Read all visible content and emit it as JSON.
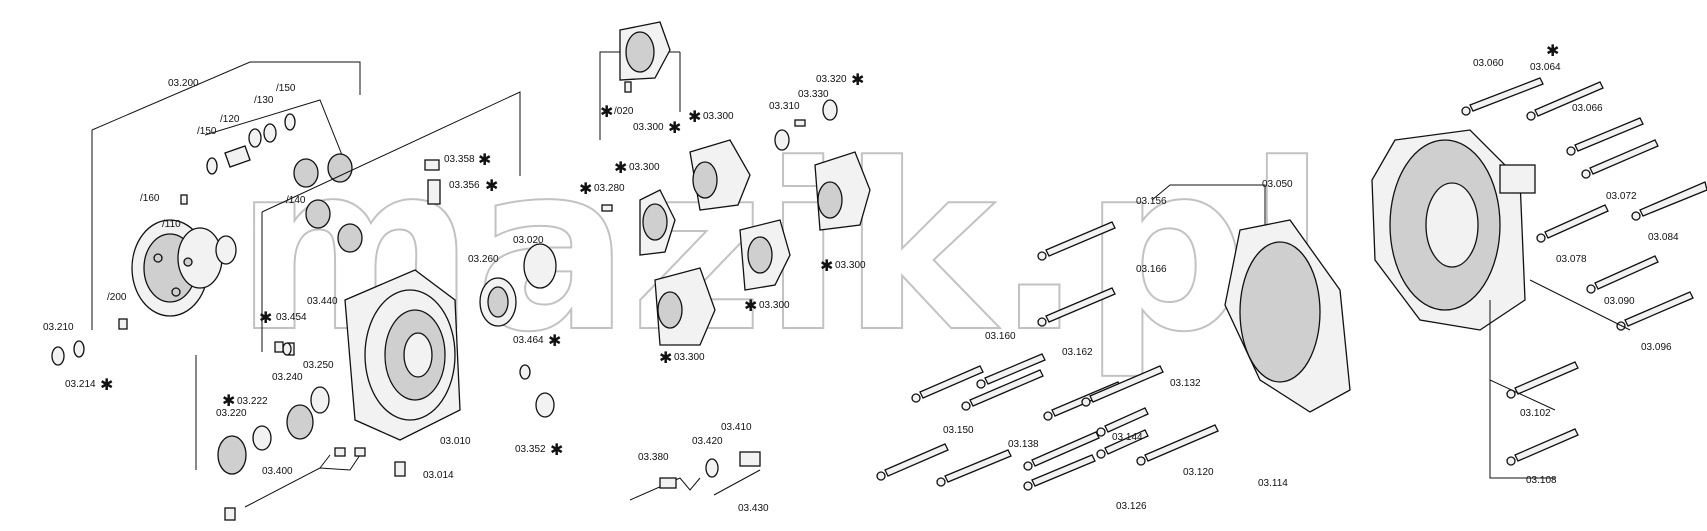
{
  "watermark": "mazik.pl",
  "labels": [
    {
      "id": "03.200",
      "text": "03.200"
    },
    {
      "id": "150a",
      "text": "/150"
    },
    {
      "id": "130",
      "text": "/130"
    },
    {
      "id": "120",
      "text": "/120"
    },
    {
      "id": "150b",
      "text": "/150"
    },
    {
      "id": "140",
      "text": "/140"
    },
    {
      "id": "160",
      "text": "/160"
    },
    {
      "id": "110",
      "text": "/110"
    },
    {
      "id": "200",
      "text": "/200"
    },
    {
      "id": "03.210",
      "text": "03.210"
    },
    {
      "id": "03.214",
      "text": "03.214"
    },
    {
      "id": "03.358",
      "text": "03.358"
    },
    {
      "id": "03.356",
      "text": "03.356"
    },
    {
      "id": "03.454",
      "text": "03.454"
    },
    {
      "id": "03.440",
      "text": "03.440"
    },
    {
      "id": "03.260",
      "text": "03.260"
    },
    {
      "id": "03.020",
      "text": "03.020"
    },
    {
      "id": "03.250",
      "text": "03.250"
    },
    {
      "id": "03.222",
      "text": "03.222"
    },
    {
      "id": "03.240",
      "text": "03.240"
    },
    {
      "id": "03.220",
      "text": "03.220"
    },
    {
      "id": "03.400",
      "text": "03.400"
    },
    {
      "id": "03.014",
      "text": "03.014"
    },
    {
      "id": "03.010",
      "text": "03.010"
    },
    {
      "id": "03.464",
      "text": "03.464"
    },
    {
      "id": "03.352",
      "text": "03.352"
    },
    {
      "id": "020",
      "text": "/020"
    },
    {
      "id": "03.300a",
      "text": "03.300"
    },
    {
      "id": "03.300b",
      "text": "03.300"
    },
    {
      "id": "03.300c",
      "text": "03.300"
    },
    {
      "id": "03.280",
      "text": "03.280"
    },
    {
      "id": "03.310",
      "text": "03.310"
    },
    {
      "id": "03.330",
      "text": "03.330"
    },
    {
      "id": "03.320",
      "text": "03.320"
    },
    {
      "id": "03.300d",
      "text": "03.300"
    },
    {
      "id": "03.300e",
      "text": "03.300"
    },
    {
      "id": "03.300f",
      "text": "03.300"
    },
    {
      "id": "03.380",
      "text": "03.380"
    },
    {
      "id": "03.420",
      "text": "03.420"
    },
    {
      "id": "03.410",
      "text": "03.410"
    },
    {
      "id": "03.430",
      "text": "03.430"
    },
    {
      "id": "03.156",
      "text": "03.156"
    },
    {
      "id": "03.166",
      "text": "03.166"
    },
    {
      "id": "03.050",
      "text": "03.050"
    },
    {
      "id": "03.160",
      "text": "03.160"
    },
    {
      "id": "03.162",
      "text": "03.162"
    },
    {
      "id": "03.132",
      "text": "03.132"
    },
    {
      "id": "03.144",
      "text": "03.144"
    },
    {
      "id": "03.150",
      "text": "03.150"
    },
    {
      "id": "03.138",
      "text": "03.138"
    },
    {
      "id": "03.126",
      "text": "03.126"
    },
    {
      "id": "03.120",
      "text": "03.120"
    },
    {
      "id": "03.114",
      "text": "03.114"
    },
    {
      "id": "03.060",
      "text": "03.060"
    },
    {
      "id": "03.064",
      "text": "03.064"
    },
    {
      "id": "03.066",
      "text": "03.066"
    },
    {
      "id": "03.072",
      "text": "03.072"
    },
    {
      "id": "03.078",
      "text": "03.078"
    },
    {
      "id": "03.084",
      "text": "03.084"
    },
    {
      "id": "03.090",
      "text": "03.090"
    },
    {
      "id": "03.096",
      "text": "03.096"
    },
    {
      "id": "03.102",
      "text": "03.102"
    },
    {
      "id": "03.108",
      "text": "03.108"
    }
  ],
  "asterisks": [
    {
      "id": "s03.214",
      "text": "✱"
    },
    {
      "id": "s03.358",
      "text": "✱"
    },
    {
      "id": "s03.356",
      "text": "✱"
    },
    {
      "id": "s03.454",
      "text": "✱"
    },
    {
      "id": "s03.222",
      "text": "✱"
    },
    {
      "id": "s03.464",
      "text": "✱"
    },
    {
      "id": "s03.352",
      "text": "✱"
    },
    {
      "id": "s020",
      "text": "✱"
    },
    {
      "id": "s03.300a",
      "text": "✱"
    },
    {
      "id": "s03.300b",
      "text": "✱"
    },
    {
      "id": "s03.300c",
      "text": "✱"
    },
    {
      "id": "s03.280",
      "text": "✱"
    },
    {
      "id": "s03.320",
      "text": "✱"
    },
    {
      "id": "s03.300d",
      "text": "✱"
    },
    {
      "id": "s03.300e",
      "text": "✱"
    },
    {
      "id": "s03.300f",
      "text": "✱"
    },
    {
      "id": "s03.064",
      "text": "✱"
    }
  ]
}
